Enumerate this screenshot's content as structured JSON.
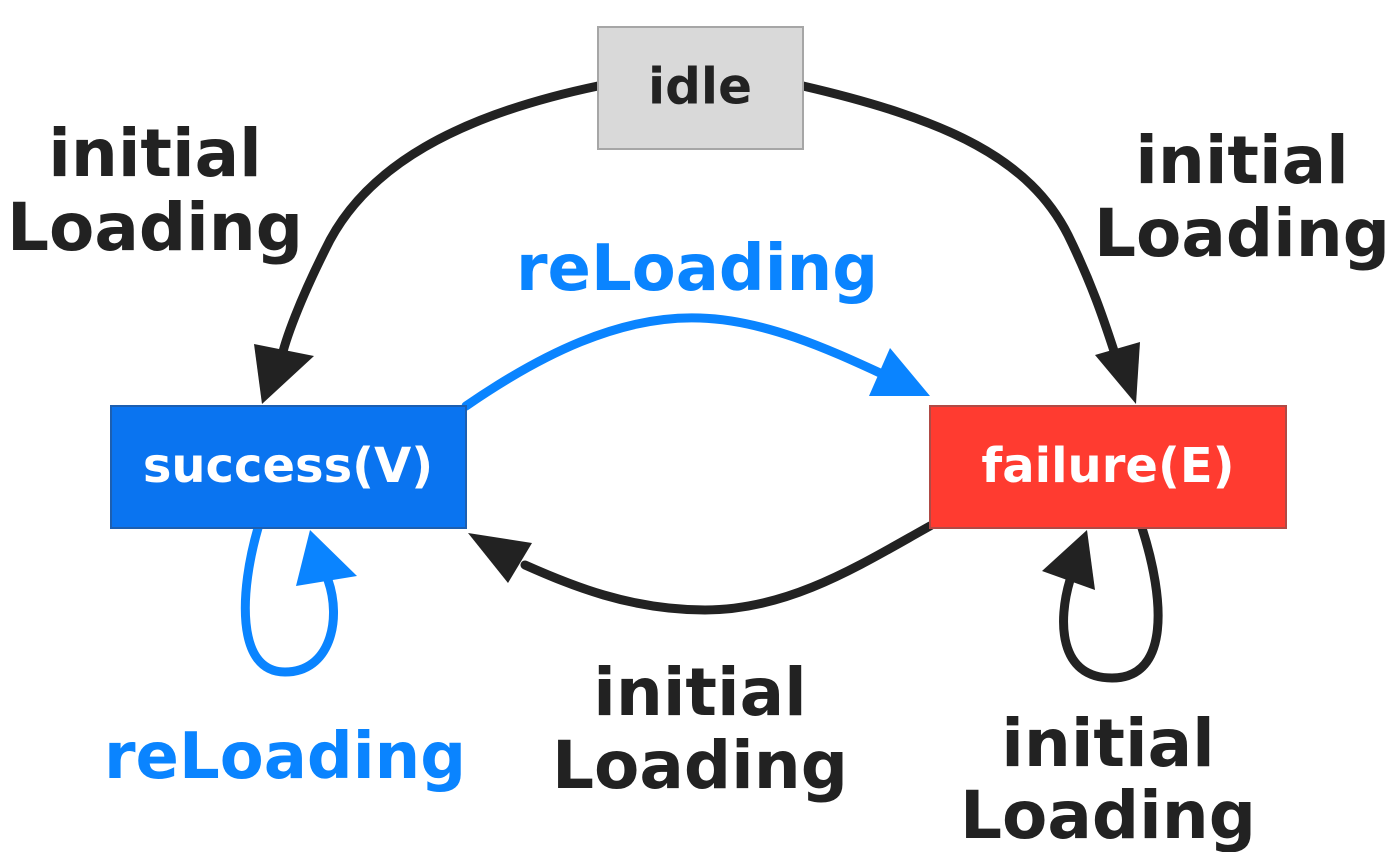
{
  "colors": {
    "background": "#ffffff",
    "idle_fill": "#d9d9d9",
    "idle_stroke": "#a6a6a6",
    "idle_text": "#222222",
    "success_fill": "#0a74f0",
    "failure_fill": "#ff3b30",
    "state_text_light": "#ffffff",
    "edge_black": "#222222",
    "edge_blue": "#0a84ff"
  },
  "states": {
    "idle": "idle",
    "success": "success(V)",
    "failure": "failure(E)"
  },
  "edges": {
    "idle_to_success": {
      "line1": "initial",
      "line2": "Loading"
    },
    "idle_to_failure": {
      "line1": "initial",
      "line2": "Loading"
    },
    "success_to_failure": {
      "label": "reLoading"
    },
    "failure_to_success": {
      "line1": "initial",
      "line2": "Loading"
    },
    "success_self": {
      "label": "reLoading"
    },
    "failure_self": {
      "line1": "initial",
      "line2": "Loading"
    }
  }
}
